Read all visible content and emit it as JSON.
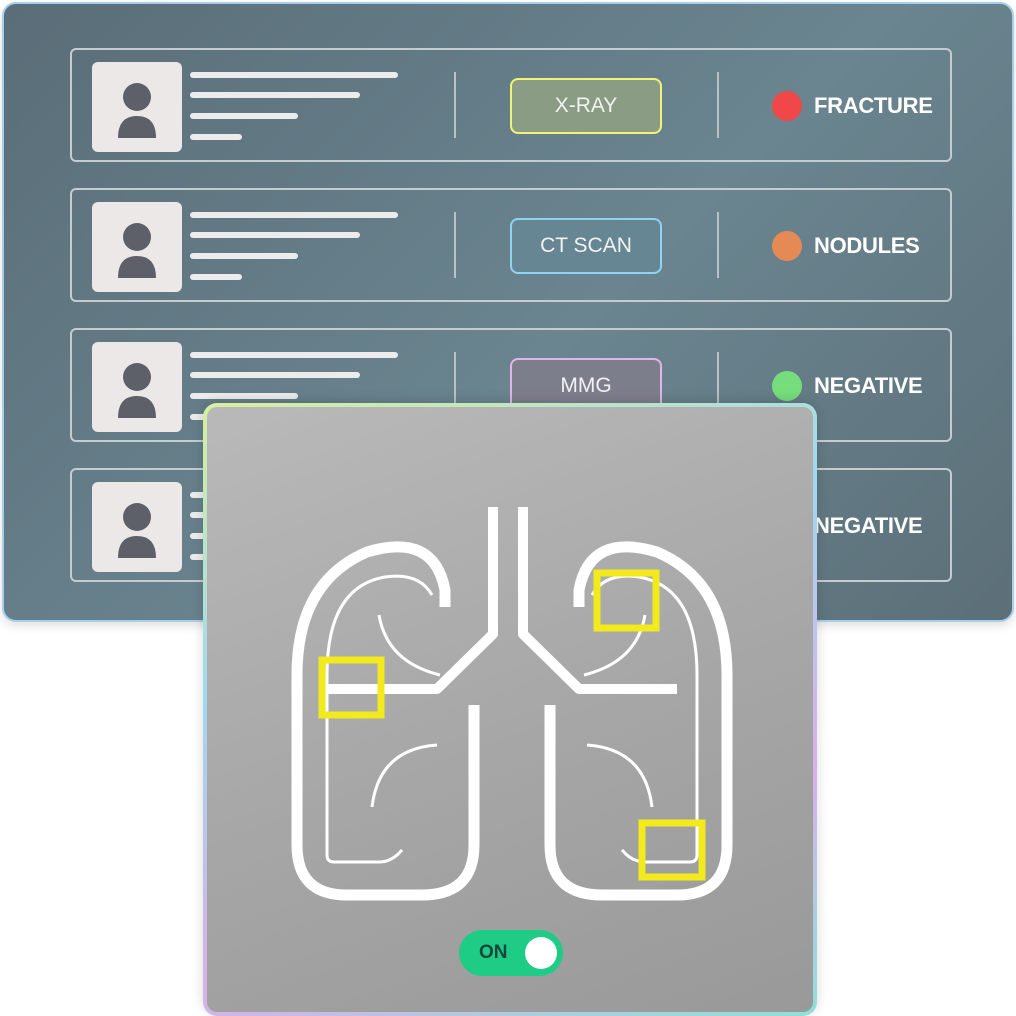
{
  "worklist": {
    "rows": [
      {
        "modality": "X-RAY",
        "modality_color": "#f2f27a",
        "modality_bg": "#8a9c84",
        "result": "FRACTURE",
        "result_color": "#f04848"
      },
      {
        "modality": "CT SCAN",
        "modality_color": "#8fd2f2",
        "modality_bg": "#668694",
        "result": "NODULES",
        "result_color": "#e68a55"
      },
      {
        "modality": "MMG",
        "modality_color": "#e2b5e6",
        "modality_bg": "#7d7e8c",
        "result": "NEGATIVE",
        "result_color": "#76dd7c"
      },
      {
        "modality": "",
        "modality_color": "",
        "modality_bg": "",
        "result": "NEGATIVE",
        "result_color": "#76dd7c"
      }
    ]
  },
  "viewer": {
    "image_icon": "lungs-icon",
    "highlight_color": "#f2ea1d",
    "toggle": {
      "label": "ON",
      "state": "on",
      "color": "#1fcc86"
    }
  }
}
